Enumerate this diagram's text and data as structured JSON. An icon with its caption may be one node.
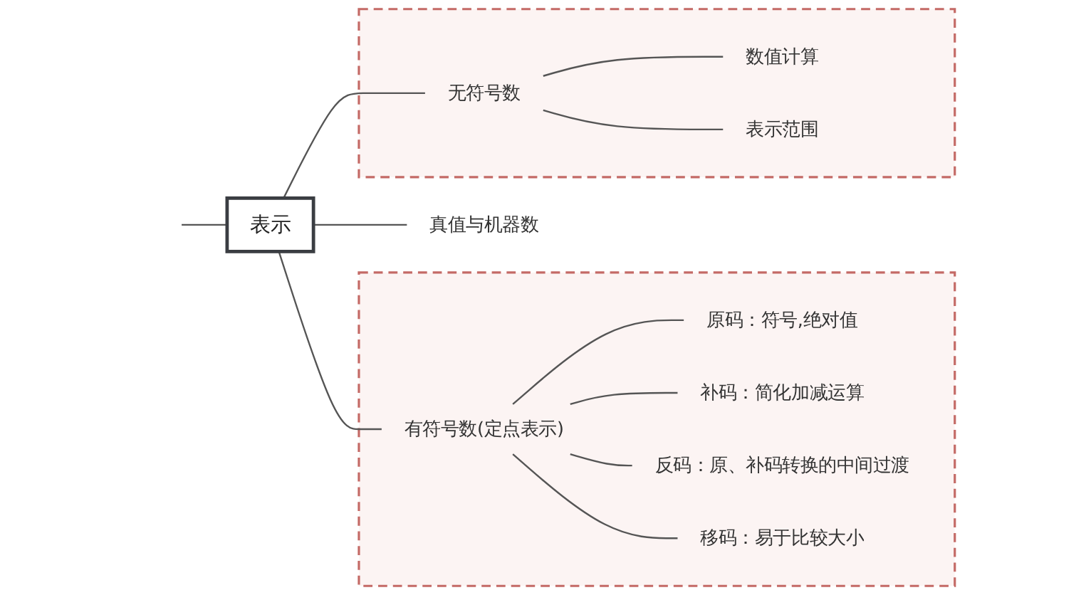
{
  "diagram": {
    "nodes": [
      {
        "text": [
          "表示"
        ]
      },
      {
        "text": [],
        "shape": "box"
      },
      {
        "text": [
          "无符号数"
        ],
        "in": 1
      },
      {
        "text": [
          "数值计算"
        ],
        "in": 1
      },
      {
        "text": [
          "表示范围"
        ],
        "in": 1
      },
      {
        "text": [
          "真值与机器数"
        ]
      },
      {
        "text": [],
        "shape": "box"
      },
      {
        "text": [
          "有符号数(定点表示)"
        ],
        "in": 6
      },
      {
        "text": [
          "原码：符号,绝对值"
        ],
        "in": 6
      },
      {
        "text": [
          "补码：简化加减运算"
        ],
        "in": 6
      },
      {
        "text": [
          "反码：原、补码转换的中间过渡"
        ],
        "in": 6
      },
      {
        "text": [
          "移码：易于比较大小"
        ],
        "in": 6
      }
    ],
    "edges": [
      {
        "from": null,
        "to": 0,
        "arrow": "none"
      },
      {
        "from": 0,
        "to": 2,
        "arrow": "none"
      },
      {
        "from": 0,
        "to": 5,
        "arrow": "none"
      },
      {
        "from": 0,
        "to": 7,
        "arrow": "none"
      },
      {
        "from": 2,
        "to": 3,
        "arrow": "none"
      },
      {
        "from": 2,
        "to": 4,
        "arrow": "none"
      },
      {
        "from": 7,
        "to": 8,
        "arrow": "none"
      },
      {
        "from": 7,
        "to": 9,
        "arrow": "none"
      },
      {
        "from": 7,
        "to": 10,
        "arrow": "none"
      },
      {
        "from": 7,
        "to": 11,
        "arrow": "none"
      }
    ]
  }
}
